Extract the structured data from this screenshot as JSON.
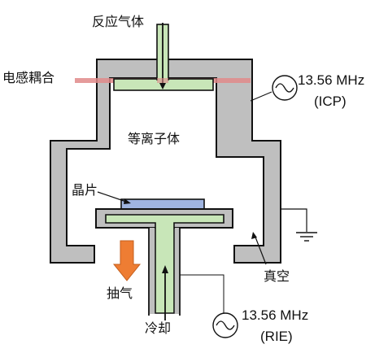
{
  "labels": {
    "reactant_gas": "反应气体",
    "inductive_coupling": "电感耦合",
    "plasma": "等离子体",
    "wafer": "晶片",
    "exhaust": "抽气",
    "vacuum": "真空",
    "cooling": "冷却"
  },
  "sources": {
    "icp": {
      "frequency": "13.56 MHz",
      "mode": "(ICP)"
    },
    "rie": {
      "frequency": "13.56 MHz",
      "mode": "(RIE)"
    }
  },
  "colors": {
    "chamber_wall": "#bfbfbf",
    "gas_tube": "#c8e6b8",
    "coupling_band": "#e08a8a",
    "wafer": "#9fb4e0",
    "exhaust_arrow": "#ee7d33",
    "outline": "#111111"
  },
  "icons": {
    "ac_source": "sine-wave-in-circle",
    "ground": "ground-symbol",
    "exhaust": "down-arrow"
  }
}
